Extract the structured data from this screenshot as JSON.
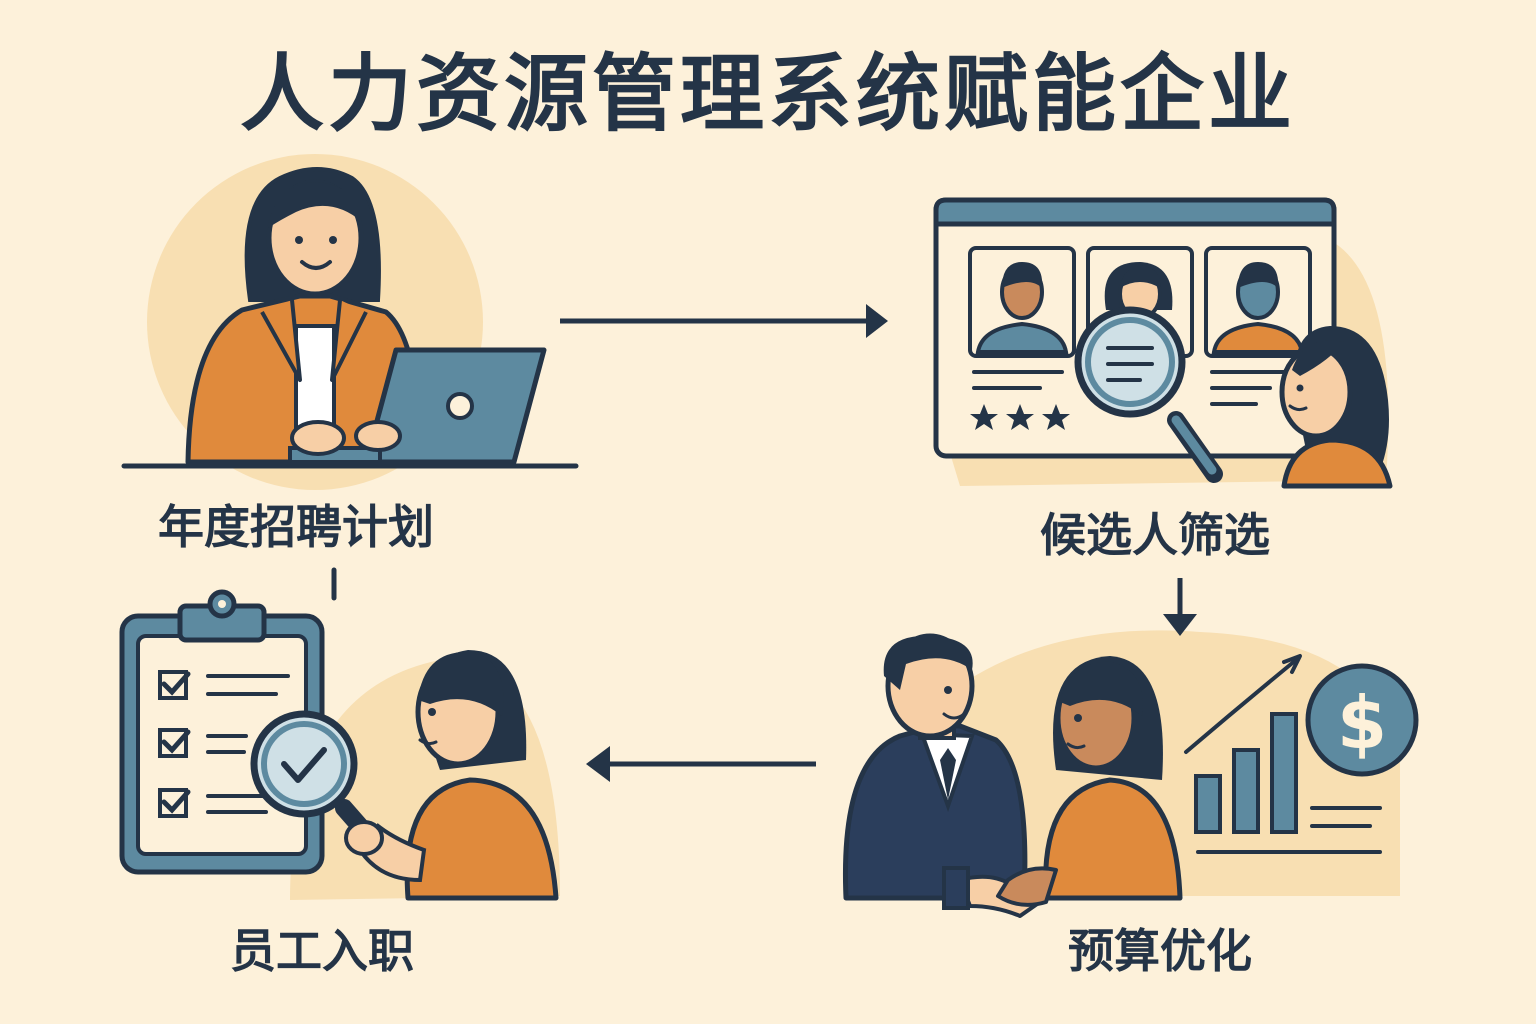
{
  "title": "人力资源管理系统赋能企业",
  "steps": [
    {
      "id": "plan",
      "label": "年度招聘计划"
    },
    {
      "id": "screen",
      "label": "候选人筛选"
    },
    {
      "id": "onboard",
      "label": "员工入职"
    },
    {
      "id": "budget",
      "label": "预算优化"
    }
  ],
  "flow": [
    {
      "from": "plan",
      "to": "screen"
    },
    {
      "from": "screen",
      "to": "budget"
    },
    {
      "from": "budget",
      "to": "onboard"
    },
    {
      "from": "onboard",
      "to": "plan"
    }
  ],
  "icons": [
    "laptop-icon",
    "magnifier-icon",
    "star-icon",
    "clipboard-icon",
    "checkmark-icon",
    "handshake-icon",
    "bar-chart-icon",
    "dollar-icon",
    "trend-arrow-icon"
  ],
  "colors": {
    "background": "#fdf1da",
    "navy": "#243447",
    "orange": "#e08a3c",
    "steel": "#5d8aa0",
    "blob": "#f8dfb2",
    "skin": "#f7cfa6"
  }
}
